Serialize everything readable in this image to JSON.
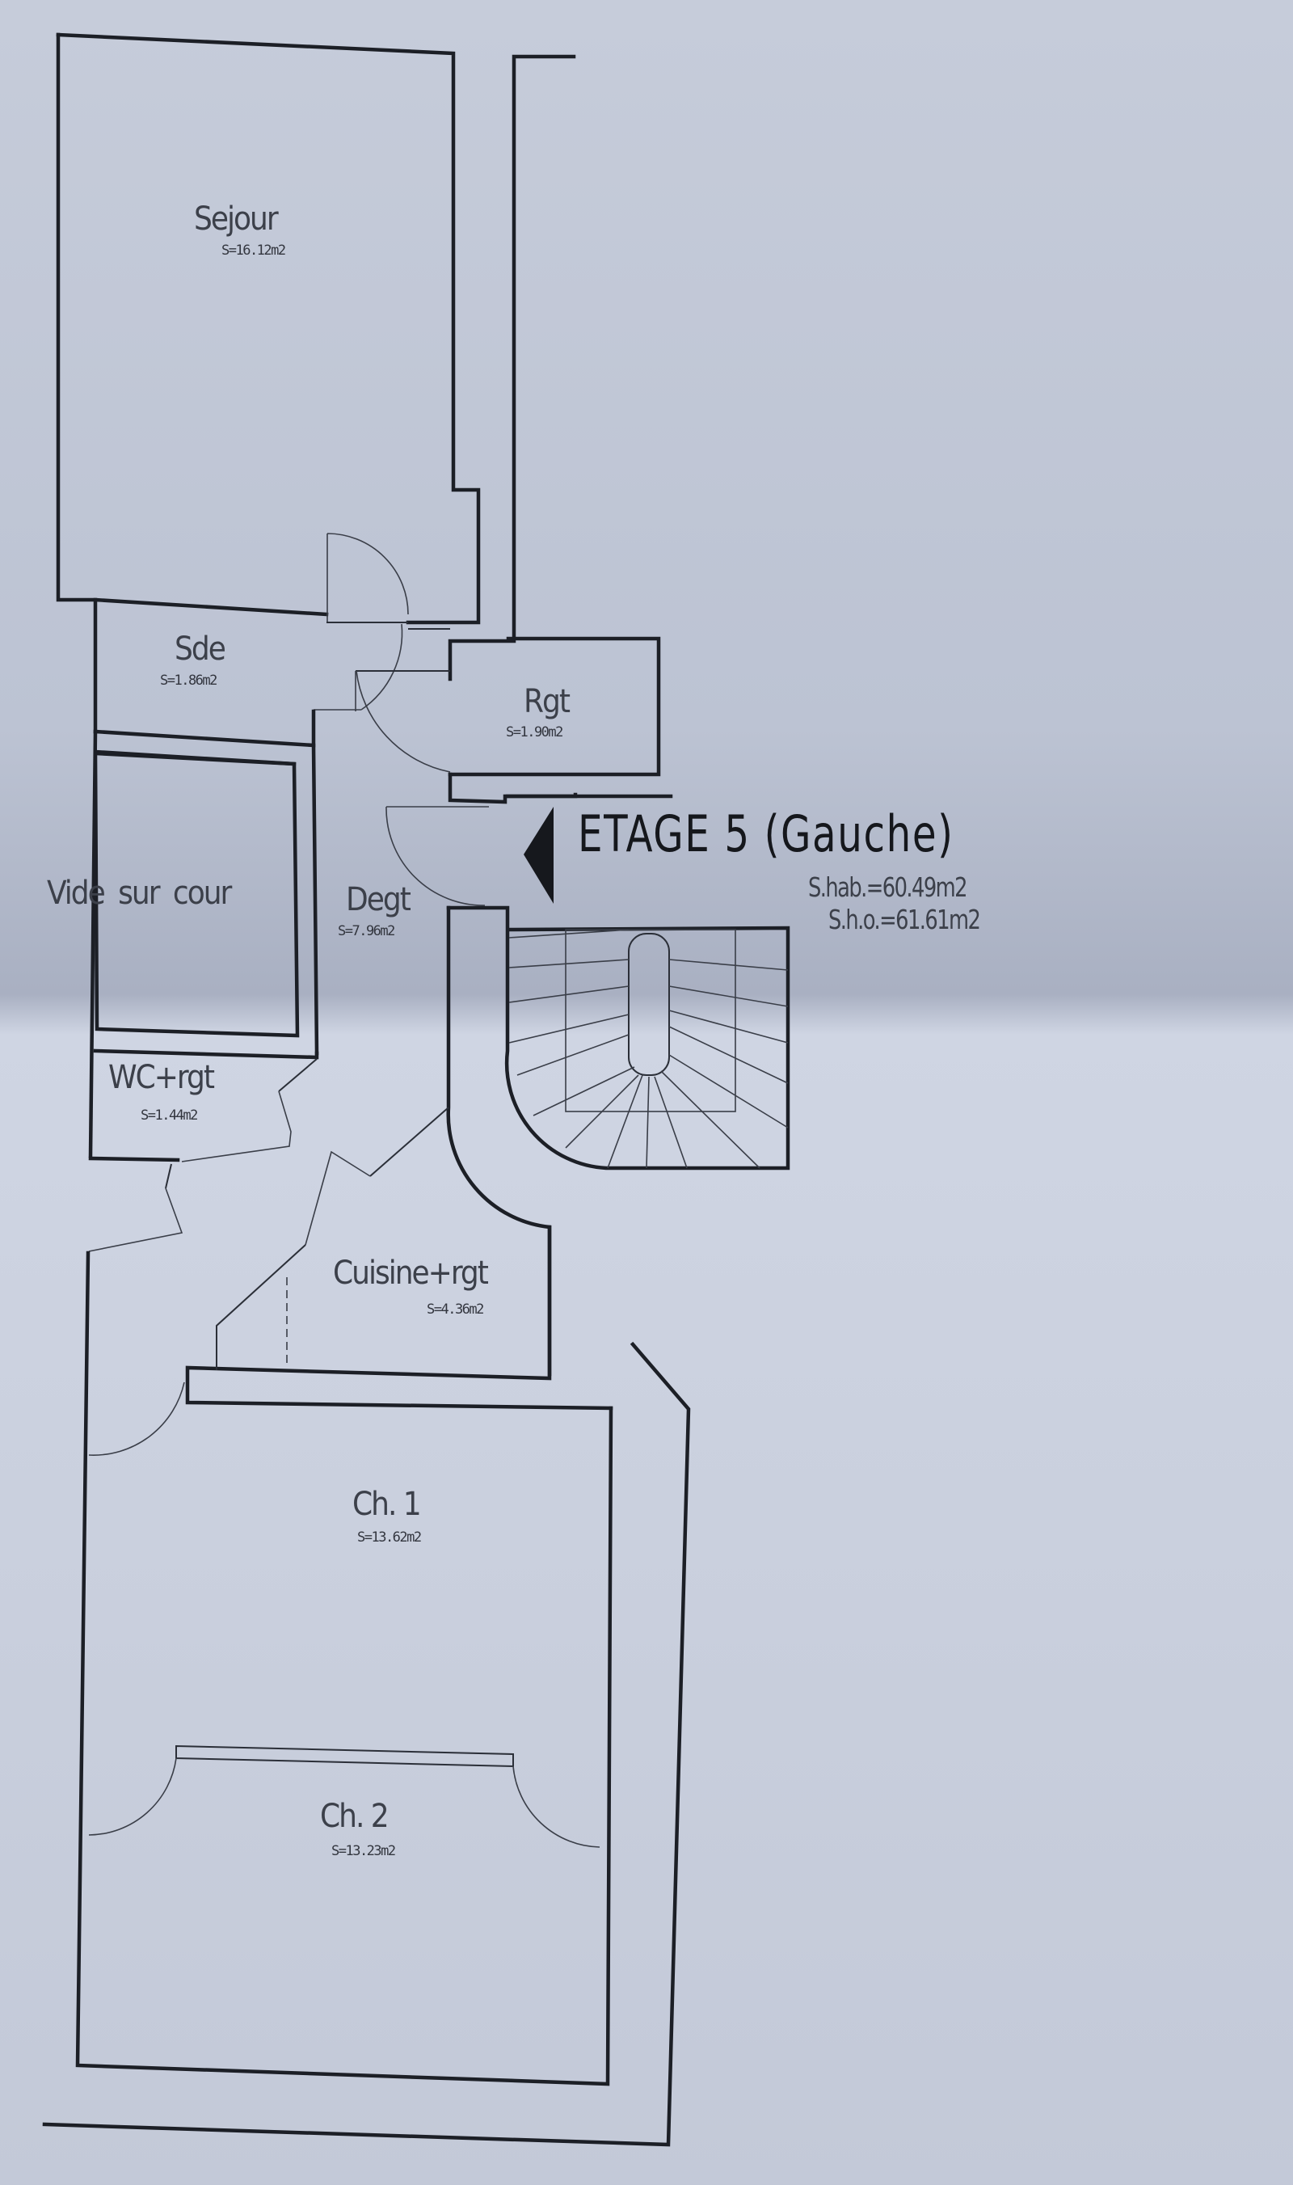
{
  "plan": {
    "title": "ETAGE 5 (Gauche)",
    "surface_habitable": "S.hab.=60.49m2",
    "surface_hors_oeuvre": "S.h.o.=61.61m2",
    "orientation_marker": "arrow-left-icon"
  },
  "rooms": [
    {
      "name": "Sejour",
      "area": "S=16.12m2"
    },
    {
      "name": "Sde",
      "area": "S=1.86m2"
    },
    {
      "name": "Rgt",
      "area": "S=1.90m2"
    },
    {
      "name": "Vide sur cour",
      "area": ""
    },
    {
      "name": "Degt",
      "area": "S=7.96m2"
    },
    {
      "name": "WC+rgt",
      "area": "S=1.44m2"
    },
    {
      "name": "Cuisine+rgt",
      "area": "S=4.36m2"
    },
    {
      "name": "Ch. 1",
      "area": "S=13.62m2"
    },
    {
      "name": "Ch. 2",
      "area": "S=13.23m2"
    }
  ],
  "colors": {
    "paper": "#c6ccda",
    "ink": "#1c1f26",
    "text": "#3c404a"
  }
}
